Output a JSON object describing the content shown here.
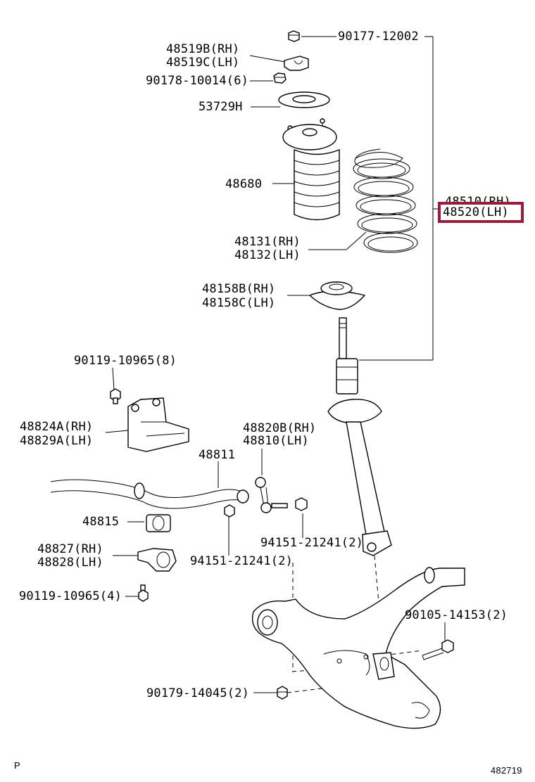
{
  "labels": {
    "bolt_90177": "90177-12002",
    "bracket_rh": "48519B(RH)",
    "bracket_lh": "48519C(LH)",
    "nut_90178": "90178-10014(6)",
    "insulator_53729": "53729H",
    "bound_48680": "48680",
    "spring_rh": "48131(RH)",
    "spring_lh": "48132(LH)",
    "seat_rh": "48158B(RH)",
    "seat_lh": "48158C(LH)",
    "absorber_rh": "48510(RH)",
    "absorber_lh": "48520(LH)",
    "bolt_90119_top": "90119-10965(8)",
    "stab_bracket_rh": "48824A(RH)",
    "stab_bracket_lh": "48829A(LH)",
    "link_rh": "48820B(RH)",
    "link_lh": "48810(LH)",
    "stabilizer_48811": "48811",
    "bushing_48815": "48815",
    "bush_bracket_rh": "48827(RH)",
    "bush_bracket_lh": "48828(LH)",
    "nut_94151_right": "94151-21241(2)",
    "nut_94151_left": "94151-21241(2)",
    "bolt_90119_bottom": "90119-10965(4)",
    "bolt_90105": "90105-14153(2)",
    "nut_90179": "90179-14045(2)",
    "corner_letter": "P",
    "diagram_number": "482719"
  },
  "colors": {
    "highlight": "#9b1b3a",
    "line": "#000000"
  }
}
